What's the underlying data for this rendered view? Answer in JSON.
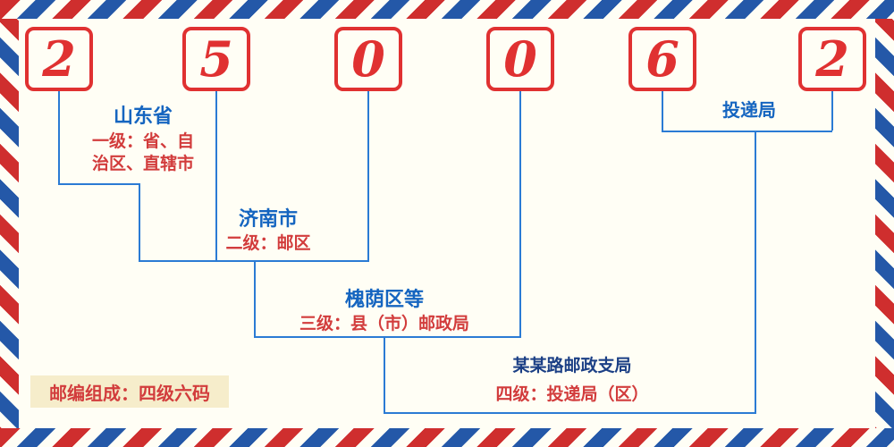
{
  "digits": [
    "2",
    "5",
    "0",
    "0",
    "6",
    "2"
  ],
  "levels": {
    "level1": {
      "region": "山东省",
      "desc_line1": "一级：省、自",
      "desc_line2": "治区、直辖市"
    },
    "level2": {
      "region": "济南市",
      "desc": "二级：邮区"
    },
    "level3": {
      "region": "槐荫区等",
      "desc": "三级：县（市）邮政局"
    },
    "level4": {
      "region": "某某路邮政支局",
      "desc": "四级：投递局（区）"
    },
    "delivery": {
      "label": "投递局"
    }
  },
  "footer": {
    "badge": "邮编组成：四级六码"
  },
  "colors": {
    "digit_red": "#e03131",
    "connector_blue": "#2b7bd4",
    "region_blue": "#1565c0",
    "sub_office_navy": "#1b3f85",
    "desc_red": "#d23c3c",
    "stripe_red": "#cf2e2e",
    "stripe_blue": "#2458a8",
    "background": "#fffef5",
    "badge_background": "#f6edcb"
  }
}
